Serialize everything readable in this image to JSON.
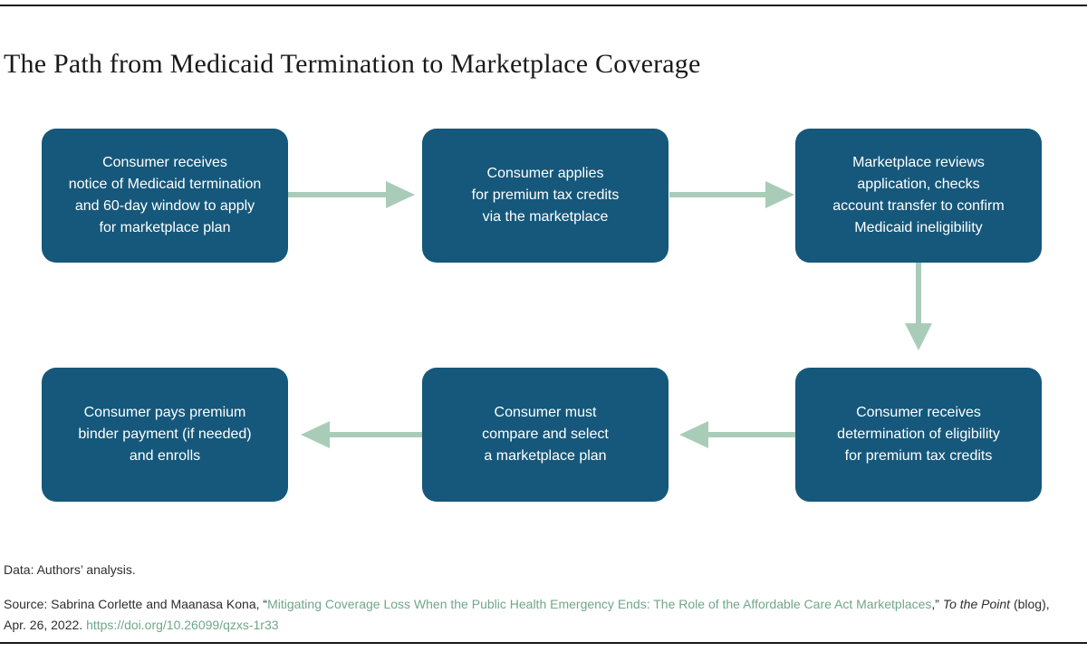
{
  "page": {
    "title": "The Path from Medicaid Termination to Marketplace Coverage"
  },
  "flowchart": {
    "type": "flow-diagram",
    "direction": "top row left-to-right, down, bottom row right-to-left",
    "steps": [
      {
        "id": 1,
        "text": "Consumer receives\nnotice of Medicaid termination\nand 60-day window to apply\nfor marketplace plan"
      },
      {
        "id": 2,
        "text": "Consumer applies\nfor premium tax credits\nvia the marketplace"
      },
      {
        "id": 3,
        "text": "Marketplace reviews\napplication, checks\naccount transfer to confirm\nMedicaid ineligibility"
      },
      {
        "id": 4,
        "text": "Consumer receives\ndetermination of eligibility\nfor premium tax credits"
      },
      {
        "id": 5,
        "text": "Consumer must\ncompare and select\na marketplace plan"
      },
      {
        "id": 6,
        "text": "Consumer pays premium\nbinder payment (if needed)\nand enrolls"
      }
    ],
    "arrows": [
      {
        "from": 1,
        "to": 2,
        "direction": "right"
      },
      {
        "from": 2,
        "to": 3,
        "direction": "right"
      },
      {
        "from": 3,
        "to": 4,
        "direction": "down"
      },
      {
        "from": 4,
        "to": 5,
        "direction": "left"
      },
      {
        "from": 5,
        "to": 6,
        "direction": "left"
      }
    ]
  },
  "footer": {
    "data_note": "Data: Authors’ analysis.",
    "source": {
      "prefix": "Source: Sabrina Corlette and Maanasa Kona, “",
      "link1": "Mitigating Coverage Loss When the Public Health Emergency Ends: The Role of the Affordable Care Act Marketplaces",
      "mid": ",” ",
      "italic": "To the Point",
      "after_italic": " (blog),",
      "line2_prefix": "Apr. 26, 2022. ",
      "link2": "https://doi.org/10.26099/qzxs-1r33"
    }
  },
  "colors": {
    "box_fill": "#15587B",
    "arrow": "#A9CCB9",
    "link_green": "#70A78A",
    "ink": "#1A1A1A"
  }
}
